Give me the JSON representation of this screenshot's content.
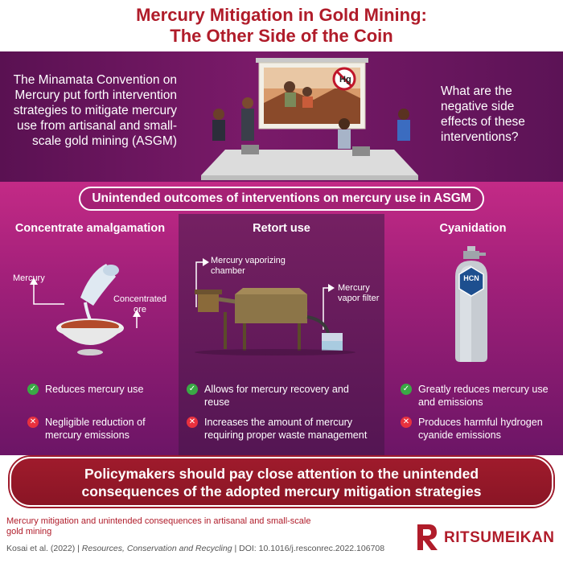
{
  "header": {
    "title_line1": "Mercury Mitigation in Gold Mining:",
    "title_line2": "The Other Side of the Coin"
  },
  "intro": {
    "left_text": "The Minamata Convention on Mercury put forth intervention strategies to mitigate mercury use from artisanal and small-scale gold mining (ASGM)",
    "right_text": "What are the negative side effects of these interventions?",
    "screen_badge": "Hg"
  },
  "section": {
    "heading": "Unintended outcomes of interventions on mercury use in ASGM"
  },
  "columns": [
    {
      "title": "Concentrate amalgamation",
      "labels": [
        "Mercury",
        "Concentrated ore"
      ],
      "pros": [
        "Reduces mercury use"
      ],
      "cons": [
        "Negligible reduction of mercury emissions"
      ]
    },
    {
      "title": "Retort use",
      "labels": [
        "Mercury vaporizing chamber",
        "Mercury vapor filter"
      ],
      "pros": [
        "Allows for mercury recovery and reuse"
      ],
      "cons": [
        "Increases the amount of mercury requiring proper waste management"
      ]
    },
    {
      "title": "Cyanidation",
      "labels": [
        "HCN"
      ],
      "pros": [
        "Greatly reduces mercury use and emissions"
      ],
      "cons": [
        "Produces harmful hydrogen cyanide emissions"
      ]
    }
  ],
  "policy": {
    "line1": "Policymakers should pay close attention to the unintended",
    "line2": "consequences of the adopted mercury mitigation strategies"
  },
  "footer": {
    "citation_title": "Mercury mitigation and unintended consequences in artisanal and small-scale gold mining",
    "authors": "Kosai et al. (2022)",
    "journal": "Resources, Conservation and Recycling",
    "doi": "DOI: 10.1016/j.resconrec.2022.106708",
    "brand": "RITSUMEIKAN"
  },
  "colors": {
    "title_red": "#b01c2a",
    "hero_purple": "#6a1560",
    "mid_magenta": "#c32a86",
    "check_green": "#3aa845",
    "cross_red": "#e8313e",
    "policy_red": "#9f1b2c"
  },
  "icons": [
    "check-icon",
    "cross-icon",
    "no-mercury-icon",
    "hcn-cylinder-icon",
    "retort-icon",
    "amalgamation-bowl-icon",
    "ritsumeikan-logo"
  ]
}
